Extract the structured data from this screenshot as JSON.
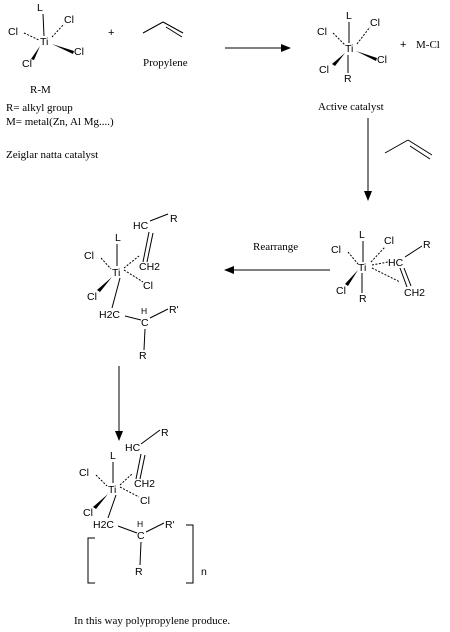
{
  "atoms": {
    "ti": "Ti",
    "cl": "Cl",
    "l": "L",
    "r": "R",
    "r_prime": "R'",
    "hc": "HC",
    "h2c": "H2C",
    "ch2": "CH2",
    "c": "C",
    "h": "H",
    "n": "n"
  },
  "operators": {
    "plus": "+"
  },
  "labels": {
    "rm": "R-M",
    "propylene": "Propylene",
    "mcl": "M-Cl",
    "active_catalyst": "Active catalyst",
    "r_def": "R= alkyl group",
    "m_def": "M= metal(Zn, Al Mg....)",
    "zn_catalyst": "Zeiglar natta catalyst",
    "rearrange": "Rearrange",
    "conclusion": "In this way polypropylene produce."
  }
}
